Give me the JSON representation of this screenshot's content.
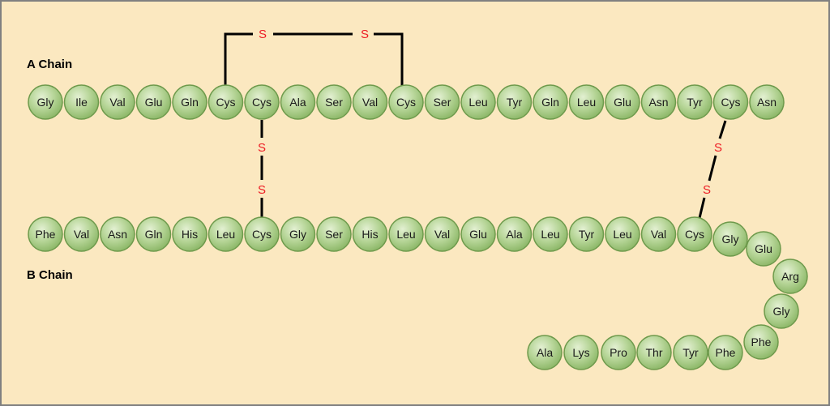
{
  "labels": {
    "a_chain": "A Chain",
    "b_chain": "B Chain"
  },
  "colors": {
    "background": "#fbe8c0",
    "bead_fill": "#a9cc87",
    "bead_stroke": "#6e9a4c",
    "sulfur": "#ed1c24",
    "bond": "#000000"
  },
  "a_chain": [
    "Gly",
    "Ile",
    "Val",
    "Glu",
    "Gln",
    "Cys",
    "Cys",
    "Ala",
    "Ser",
    "Val",
    "Cys",
    "Ser",
    "Leu",
    "Tyr",
    "Gln",
    "Leu",
    "Glu",
    "Asn",
    "Tyr",
    "Cys",
    "Asn"
  ],
  "b_chain_row": [
    "Phe",
    "Val",
    "Asn",
    "Gln",
    "His",
    "Leu",
    "Cys",
    "Gly",
    "Ser",
    "His",
    "Leu",
    "Val",
    "Glu",
    "Ala",
    "Leu",
    "Tyr",
    "Leu",
    "Val",
    "Cys"
  ],
  "b_chain_turn": [
    "Gly",
    "Glu",
    "Arg",
    "Gly",
    "Phe"
  ],
  "b_chain_tail": [
    "Phe",
    "Tyr",
    "Thr",
    "Pro",
    "Lys",
    "Ala"
  ],
  "sulfur_symbol": "S"
}
